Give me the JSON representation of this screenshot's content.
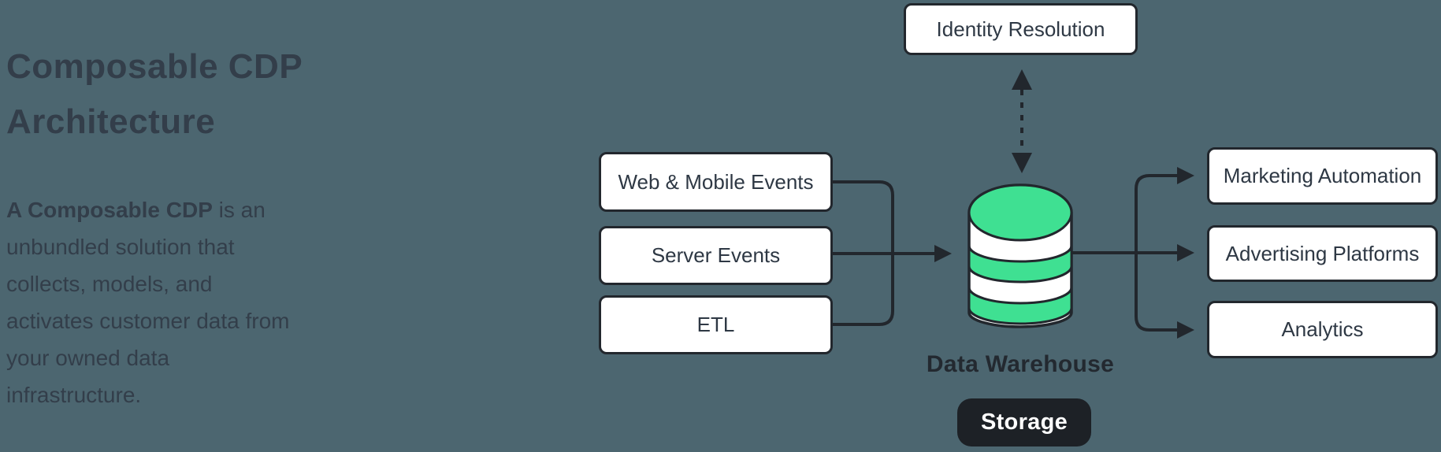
{
  "intro": {
    "title": "Composable CDP Architecture",
    "description_bold": "A Composable CDP",
    "description_rest": " is an unbundled solution that collects, models, and activates customer data from your owned data infrastructure."
  },
  "diagram": {
    "identity_label": "Identity Resolution",
    "sources": [
      "Web & Mobile Events",
      "Server Events",
      "ETL"
    ],
    "warehouse_label": "Data Warehouse",
    "storage_label": "Storage",
    "destinations": [
      "Marketing Automation",
      "Advertising Platforms",
      "Analytics"
    ]
  },
  "colors": {
    "background": "#4c6670",
    "line": "#22272d",
    "green": "#3fe092",
    "box_bg": "#ffffff",
    "box_text": "#2e3844",
    "title_text": "#333e4a",
    "storage_bg": "#1d2126",
    "storage_text": "#ffffff"
  }
}
